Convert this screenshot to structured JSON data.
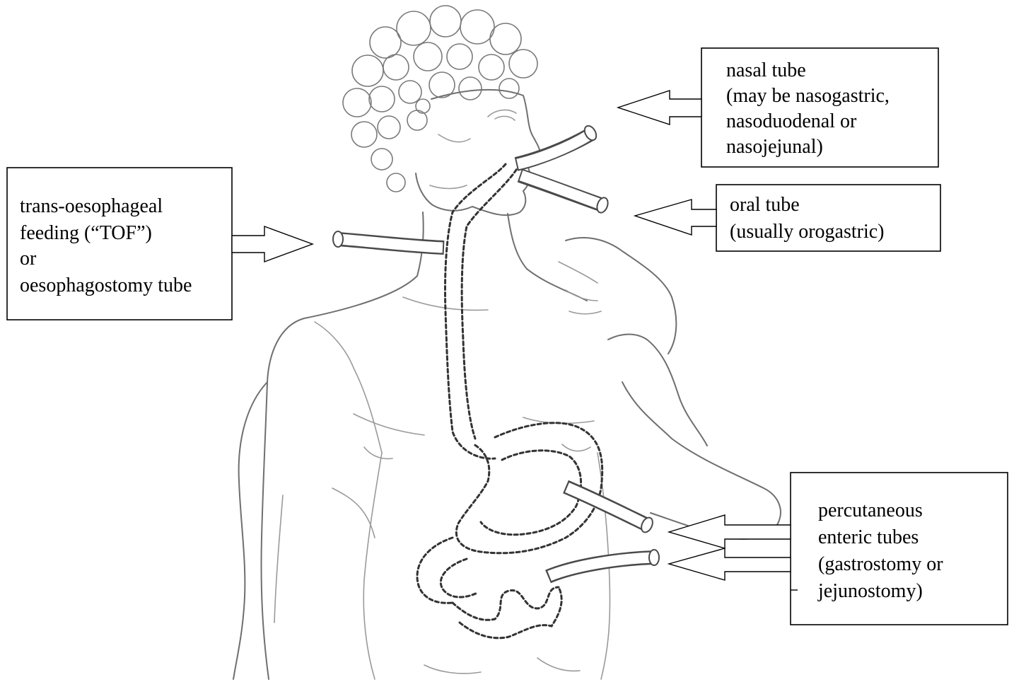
{
  "labels": {
    "nasal": [
      "nasal tube",
      "(may be nasogastric,",
      "nasoduodenal or",
      "nasojejunal)"
    ],
    "oral": [
      "oral tube",
      "(usually orogastric)"
    ],
    "tof": [
      "trans-oesophageal",
      "feeding (“TOF”)",
      "or",
      "oesophagostomy tube"
    ],
    "percutaneous": [
      "percutaneous",
      "enteric tubes",
      "(gastrostomy or",
      "jejunostomy)"
    ]
  }
}
